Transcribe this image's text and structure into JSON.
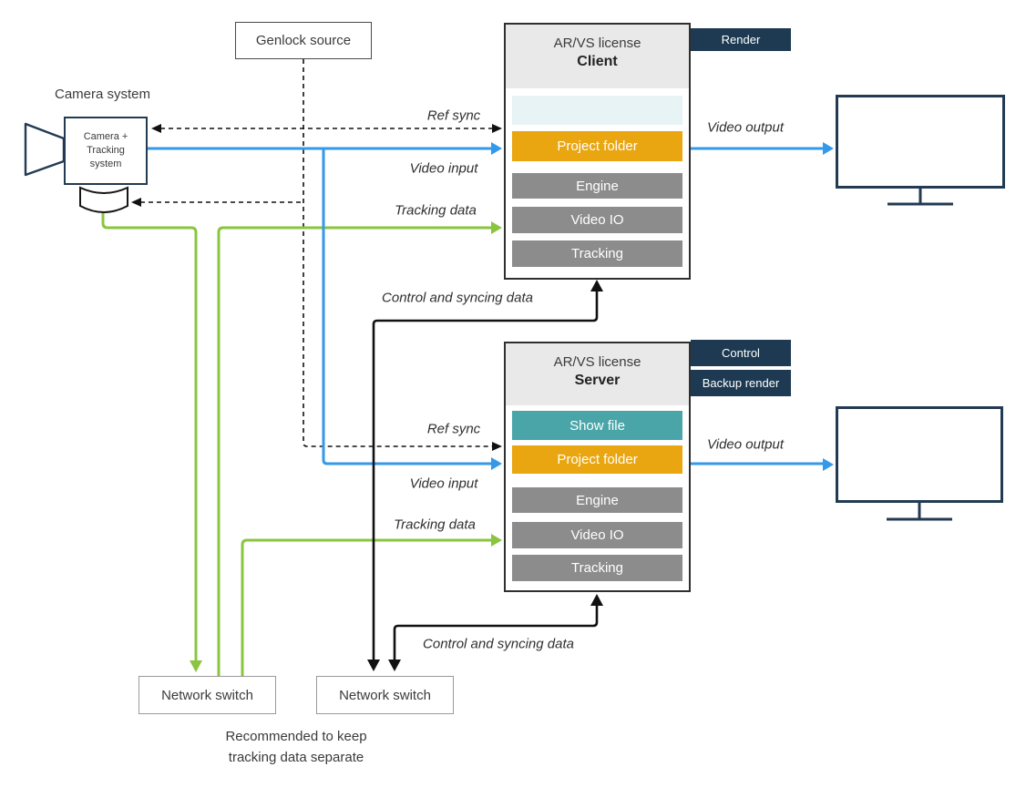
{
  "colors": {
    "accent_blue": "#3399ea",
    "accent_green": "#8bc53f",
    "tag_navy": "#1d3a52",
    "orange": "#e9a611",
    "teal": "#4aa5a8",
    "row_gray": "#8c8c8c",
    "outline_navy": "#223a52"
  },
  "camera": {
    "title": "Camera system",
    "line1": "Camera +",
    "line2": "Tracking",
    "line3": "system"
  },
  "genlock": {
    "label": "Genlock source"
  },
  "client": {
    "license": "AR/VS license",
    "name": "Client",
    "tag": "Render",
    "rows": {
      "project": "Project folder",
      "engine": "Engine",
      "video_io": "Video IO",
      "tracking": "Tracking"
    }
  },
  "server": {
    "license": "AR/VS license",
    "name": "Server",
    "tag1": "Control",
    "tag2": "Backup render",
    "rows": {
      "show_file": "Show file",
      "project": "Project folder",
      "engine": "Engine",
      "video_io": "Video IO",
      "tracking": "Tracking"
    }
  },
  "labels": {
    "ref_sync_client": "Ref sync",
    "video_input_client": "Video input",
    "tracking_data_client": "Tracking data",
    "video_output_client": "Video output",
    "control_client": "Control and syncing data",
    "ref_sync_server": "Ref sync",
    "video_input_server": "Video input",
    "tracking_data_server": "Tracking data",
    "video_output_server": "Video output",
    "control_server": "Control and syncing data"
  },
  "switches": {
    "left": "Network switch",
    "right": "Network switch"
  },
  "note": {
    "line1": "Recommended to keep",
    "line2": "tracking data separate"
  }
}
